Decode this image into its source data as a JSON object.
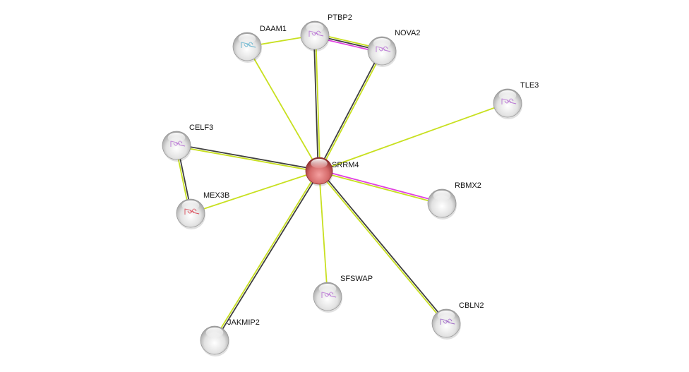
{
  "network": {
    "query_node": "SRRM4",
    "nodes": [
      {
        "id": "SRRM4",
        "label": "SRRM4",
        "query": true
      },
      {
        "id": "DAAM1",
        "label": "DAAM1",
        "structure_color": "#4aa8c8"
      },
      {
        "id": "PTBP2",
        "label": "PTBP2",
        "structure_color": "#b060d0"
      },
      {
        "id": "NOVA2",
        "label": "NOVA2",
        "structure_color": "#b060d0"
      },
      {
        "id": "TLE3",
        "label": "TLE3",
        "structure_color": "#b060d0"
      },
      {
        "id": "CELF3",
        "label": "CELF3",
        "structure_color": "#b060d0"
      },
      {
        "id": "MEX3B",
        "label": "MEX3B",
        "structure_color": "#d83040"
      },
      {
        "id": "RBMX2",
        "label": "RBMX2"
      },
      {
        "id": "SFSWAP",
        "label": "SFSWAP",
        "structure_color": "#b060d0"
      },
      {
        "id": "CBLN2",
        "label": "CBLN2",
        "structure_color": "#9050c0"
      },
      {
        "id": "JAKMIP2",
        "label": "JAKMIP2"
      }
    ],
    "edges": [
      {
        "a": "SRRM4",
        "b": "DAAM1",
        "colors": [
          "#c8e020"
        ]
      },
      {
        "a": "DAAM1",
        "b": "PTBP2",
        "colors": [
          "#c8e020"
        ]
      },
      {
        "a": "SRRM4",
        "b": "PTBP2",
        "colors": [
          "#404040",
          "#c8e020"
        ]
      },
      {
        "a": "PTBP2",
        "b": "NOVA2",
        "colors": [
          "#c8e020",
          "#404040",
          "#e040e0"
        ]
      },
      {
        "a": "SRRM4",
        "b": "NOVA2",
        "colors": [
          "#404040",
          "#c8e020"
        ]
      },
      {
        "a": "SRRM4",
        "b": "TLE3",
        "colors": [
          "#c8e020"
        ]
      },
      {
        "a": "SRRM4",
        "b": "CELF3",
        "colors": [
          "#c8e020",
          "#404040"
        ]
      },
      {
        "a": "CELF3",
        "b": "MEX3B",
        "colors": [
          "#404040",
          "#c8e020"
        ]
      },
      {
        "a": "SRRM4",
        "b": "MEX3B",
        "colors": [
          "#c8e020"
        ]
      },
      {
        "a": "SRRM4",
        "b": "RBMX2",
        "colors": [
          "#e040e0",
          "#c8e020"
        ]
      },
      {
        "a": "SRRM4",
        "b": "SFSWAP",
        "colors": [
          "#c8e020"
        ]
      },
      {
        "a": "SRRM4",
        "b": "CBLN2",
        "colors": [
          "#404040",
          "#c8e020"
        ]
      },
      {
        "a": "SRRM4",
        "b": "JAKMIP2",
        "colors": [
          "#404040",
          "#c8e020"
        ]
      }
    ]
  }
}
